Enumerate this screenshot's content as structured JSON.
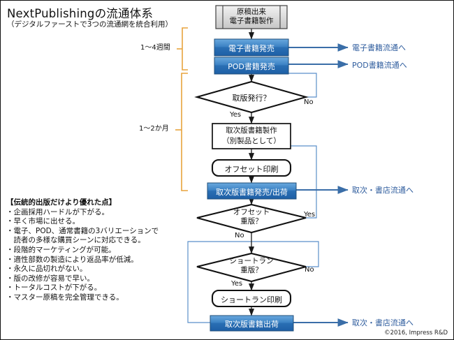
{
  "header": {
    "title": "NextPublishingの流通体系",
    "subtitle": "（デジタルファーストで3つの流通網を統合利用）"
  },
  "brackets": [
    {
      "id": "weeks",
      "label": "1〜4週間"
    },
    {
      "id": "months",
      "label": "1〜2か月"
    }
  ],
  "nodes": {
    "start": {
      "label_line1": "原稿出来",
      "label_line2": "電子書籍製作",
      "shape": "predefined-process",
      "fill": "#d9d9d9"
    },
    "ebook_sale": {
      "label": "電子書籍発売",
      "shape": "process",
      "fill": "#2f76bc"
    },
    "pod_sale": {
      "label": "POD書籍発売",
      "shape": "process",
      "fill": "#2f76bc"
    },
    "dec_issue": {
      "label": "取版版発行？",
      "label_shown": "取版発行？",
      "shape": "decision"
    },
    "make_toritsugi": {
      "label_line1": "取次版書籍製作",
      "label_line2": "（別製品として）",
      "shape": "process",
      "fill": "#ffffff"
    },
    "offset_print": {
      "label": "オフセット印刷",
      "shape": "terminator",
      "fill": "#ffffff"
    },
    "toritsugi_ship": {
      "label": "取次版書籍発売/出荷",
      "shape": "process",
      "fill": "#2f76bc"
    },
    "dec_offset": {
      "label_line1": "オフセット",
      "label_line2": "重版？",
      "shape": "decision"
    },
    "dec_shortrun": {
      "label_line1": "ショートラン",
      "label_line2": "重版？",
      "shape": "decision"
    },
    "shortrun_print": {
      "label": "ショートラン印刷",
      "shape": "terminator",
      "fill": "#ffffff"
    },
    "toritsugi_out": {
      "label": "取次版書籍出荷",
      "shape": "process",
      "fill": "#2f76bc"
    }
  },
  "branch_labels": {
    "issue_yes": "Yes",
    "issue_no": "No",
    "offset_yes": "Yes",
    "offset_no": "No",
    "shortrun_yes": "Yes",
    "shortrun_no": "No"
  },
  "channels": [
    {
      "id": "ebook",
      "label": "電子書籍流通へ"
    },
    {
      "id": "pod",
      "label": "POD書籍流通へ"
    },
    {
      "id": "toritsugi1",
      "label": "取次・書店流通へ"
    },
    {
      "id": "toritsugi2",
      "label": "取次・書店流通へ"
    }
  ],
  "benefits": {
    "heading": "【伝統的出版だけより優れた点】",
    "items": [
      "・企画採用ハードルが下がる。",
      "・早く市場に出せる。",
      "・電子、POD、通常書籍の3バリエーションで",
      "　読者の多様な購買シーンに対応できる。",
      "・段階的マーケティングが可能。",
      "・適性部数の製造により返品率が低減。",
      "・永久に品切れがない。",
      "・版の改修が容易で早い。",
      "・トータルコストが下がる。",
      "・マスター原稿を完全管理できる。"
    ]
  },
  "footer": {
    "copyright": "©2016, Impress R&D"
  },
  "colors": {
    "blue_fill_top": "#5b9bd5",
    "blue_fill_bottom": "#1f5fa9",
    "blue_line": "#4a7ebb",
    "channel_text": "#2f5d9e",
    "bracket": "#e8a33d",
    "gray_fill": "#d9d9d9"
  }
}
